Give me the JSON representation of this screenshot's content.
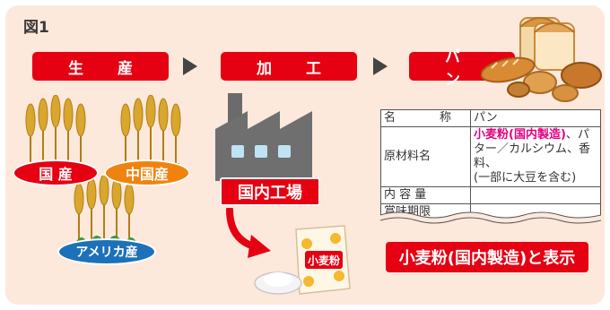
{
  "figure": {
    "label": "図1"
  },
  "flow": {
    "stages": [
      {
        "label": "生 産"
      },
      {
        "label": "加 工"
      },
      {
        "label": "パ ン"
      }
    ]
  },
  "origins": {
    "domestic": "国 産",
    "china": "中国産",
    "america": "アメリカ産"
  },
  "factory": {
    "label": "国内工場",
    "flour_bag_text": "小麦粉"
  },
  "food_label": {
    "rows": [
      {
        "key": "名　称",
        "value": "パン"
      },
      {
        "key": "原材料名",
        "value_highlight": "小麦粉(国内製造)",
        "value_rest_1": "、パター／カルシウム、香料、",
        "value_rest_2": "(一部に大豆を含む)"
      },
      {
        "key": "内 容 量",
        "value": ""
      },
      {
        "key": "賞味期限",
        "value": ""
      }
    ]
  },
  "display_note": "小麦粉(国内製造)と表示",
  "colors": {
    "red": "#e50012",
    "orange": "#f0830f",
    "blue": "#1d71b8",
    "pink": "#e4007f",
    "background": "#fde8dc"
  },
  "icons": [
    "wheat-icon",
    "factory-icon",
    "flour-bag-icon",
    "bread-icon",
    "curved-arrow-icon"
  ]
}
